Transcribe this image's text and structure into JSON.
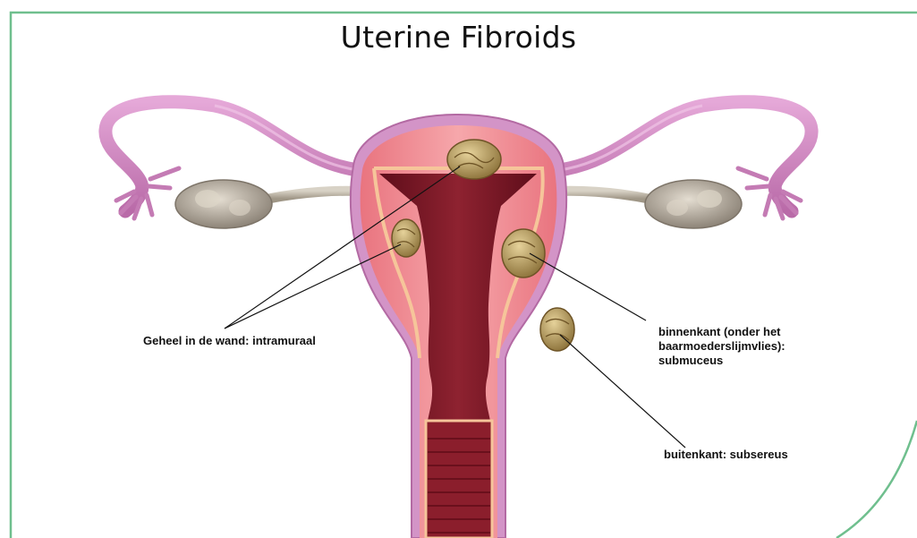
{
  "title": "Uterine Fibroids",
  "labels": {
    "intramural": "Geheel in de wand: intramuraal",
    "submucosal": [
      "binnenkant (onder het",
      "baarmoederslijmvlies):",
      "submuceus"
    ],
    "subserosal": "buitenkant: subsereus"
  },
  "colors": {
    "frame": "#6fbf8e",
    "uterus_outer": "#cf8bc0",
    "myometrium": "#ef8f97",
    "endometrium_line": "#f6c59a",
    "cavity": "#7a1624",
    "fibroid": "#b39a5e",
    "ovary": "#b5ab9e"
  }
}
